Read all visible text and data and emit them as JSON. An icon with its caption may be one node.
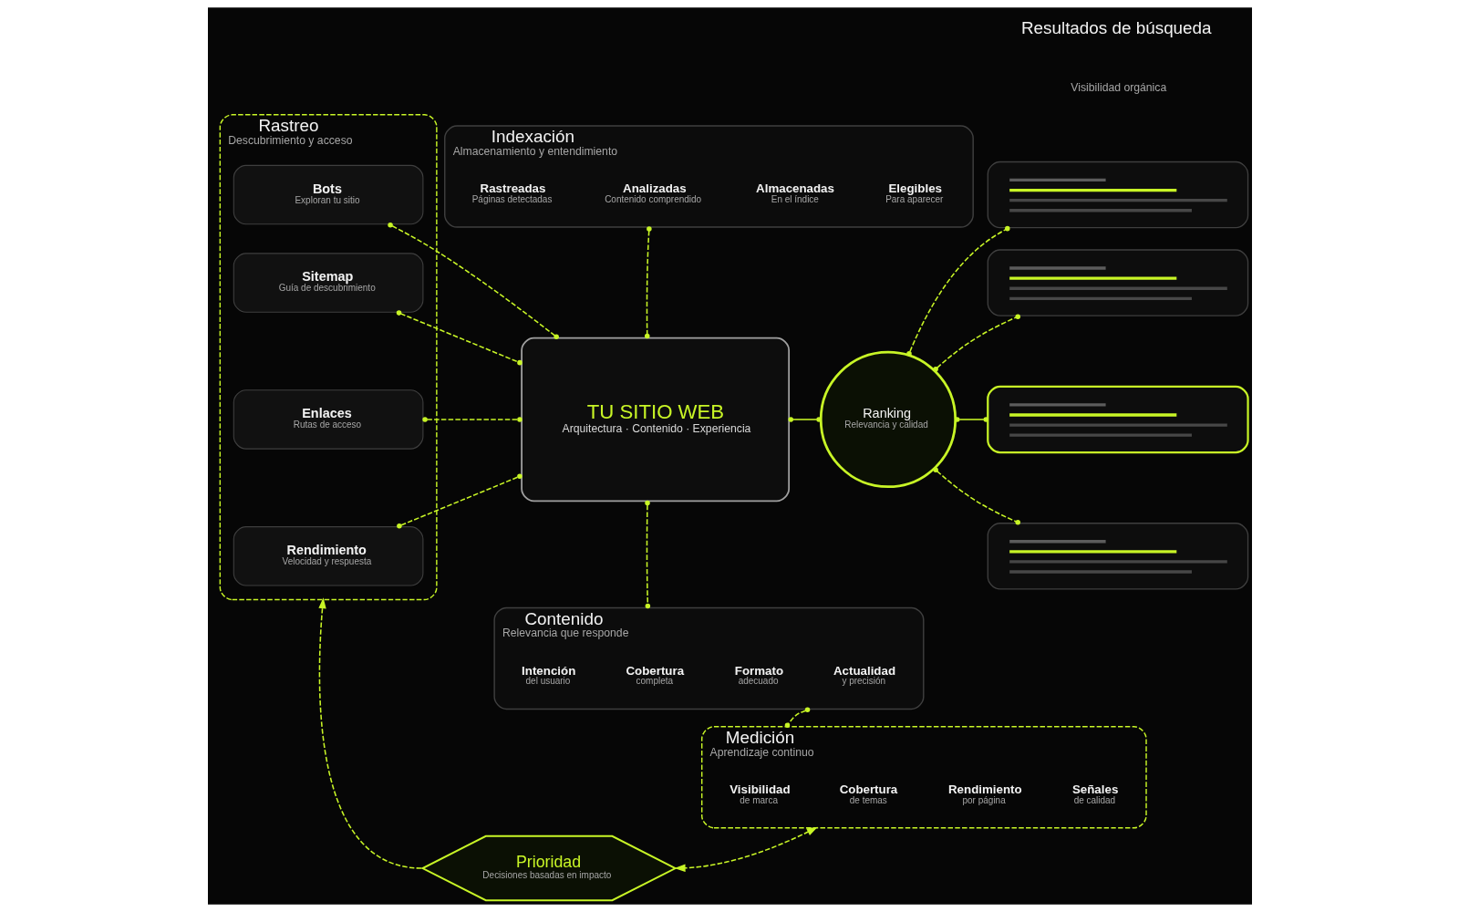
{
  "diagram": {
    "nodes": [
      {
        "text": [
          "Rastreo",
          "Descubrimiento y acceso"
        ]
      },
      {
        "text": [
          "Bots",
          "Exploran tu sitio"
        ],
        "in": 0
      },
      {
        "text": [
          "Sitemap",
          "Guía de descubrimiento"
        ],
        "in": 0
      },
      {
        "text": [
          "Enlaces",
          "Rutas de acceso"
        ],
        "in": 0
      },
      {
        "text": [
          "Rendimiento",
          "Velocidad y respuesta"
        ],
        "in": 0
      },
      {
        "text": [
          "Indexación",
          "Almacenamiento y entendimiento"
        ]
      },
      {
        "text": [
          "Rastreadas",
          "Páginas detectadas"
        ],
        "in": 5
      },
      {
        "text": [
          "Analizadas",
          "Contenido comprendido"
        ],
        "in": 5
      },
      {
        "text": [
          "Almacenadas",
          "En el índice"
        ],
        "in": 5
      },
      {
        "text": [
          "Elegibles",
          "Para aparecer"
        ],
        "in": 5
      },
      {
        "text": [
          "TU SITIO WEB",
          "Arquitectura · Contenido · Experiencia"
        ]
      },
      {
        "text": [
          "Ranking",
          "Relevancia y calidad"
        ]
      },
      {
        "text": [],
        "shape": "box"
      },
      {
        "text": [],
        "shape": "box"
      },
      {
        "text": [],
        "shape": "box"
      },
      {
        "text": [],
        "shape": "box"
      },
      {
        "text": [
          "Contenido",
          "Relevancia que responde"
        ]
      },
      {
        "text": [
          "Intención",
          "del usuario"
        ],
        "in": 16
      },
      {
        "text": [
          "Cobertura",
          "completa"
        ],
        "in": 16
      },
      {
        "text": [
          "Formato",
          "adecuado"
        ],
        "in": 16
      },
      {
        "text": [
          "Actualidad",
          "y precisión"
        ],
        "in": 16
      },
      {
        "text": [
          "Medición",
          "Aprendizaje continuo"
        ]
      },
      {
        "text": [
          "Visibilidad",
          "de marca"
        ],
        "in": 21
      },
      {
        "text": [
          "Cobertura",
          "de temas"
        ],
        "in": 21
      },
      {
        "text": [
          "Rendimiento",
          "por página"
        ],
        "in": 21
      },
      {
        "text": [
          "Señales",
          "de calidad"
        ],
        "in": 21
      },
      {
        "text": [
          "Prioridad",
          "Decisiones basadas en impacto"
        ]
      }
    ],
    "edges": [
      {
        "from": 1,
        "to": 10,
        "arrow": "other",
        "style": "dashed"
      },
      {
        "from": 2,
        "to": 10,
        "arrow": "other",
        "style": "dashed"
      },
      {
        "from": 3,
        "to": 10,
        "arrow": "other",
        "style": "dashed"
      },
      {
        "from": 4,
        "to": 10,
        "arrow": "other",
        "style": "dashed"
      },
      {
        "from": 5,
        "to": 10,
        "arrow": "other",
        "style": "dashed"
      },
      {
        "from": 10,
        "to": 16,
        "arrow": "other",
        "style": "dashed"
      },
      {
        "from": 10,
        "to": 11,
        "arrow": "other"
      },
      {
        "from": 11,
        "to": 12,
        "arrow": "other",
        "style": "dashed"
      },
      {
        "from": 11,
        "to": 13,
        "arrow": "other",
        "style": "dashed"
      },
      {
        "from": 11,
        "to": 14,
        "arrow": "other"
      },
      {
        "from": 11,
        "to": 15,
        "arrow": "other",
        "style": "dashed"
      },
      {
        "from": 16,
        "to": 21,
        "arrow": "other",
        "style": "dashed"
      },
      {
        "from": 26,
        "to": 0,
        "arrow": "to",
        "style": "dashed"
      },
      {
        "from": 21,
        "to": 26,
        "arrow": "both",
        "style": "dashed"
      }
    ],
    "labels": [
      "Resultados de búsqueda",
      "Visibilidad orgánica"
    ]
  }
}
